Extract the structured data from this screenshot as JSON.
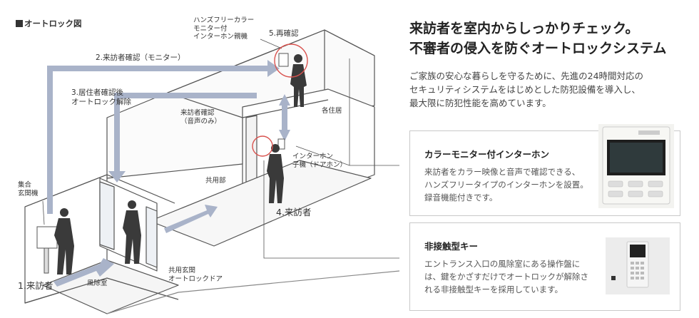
{
  "figure": {
    "title": "オートロック図",
    "labels": {
      "visitor_1": "1.来訪者",
      "step_2": "2.来訪者確認（モニター）",
      "step_3_line1": "3.居住者確認後",
      "step_3_line2": "オートロック解除",
      "visitor_4": "4.来訪者",
      "step_5": "5.再確認",
      "entrance_unit_line1": "集合",
      "entrance_unit_line2": "玄関機",
      "windbreak": "風除室",
      "common_entrance_line1": "共用玄関",
      "common_entrance_line2": "オートロックドア",
      "common_area": "共用部",
      "voice_check_line1": "来訪者確認",
      "voice_check_line2": "（音声のみ）",
      "door_unit_line1": "インターホン",
      "door_unit_line2": "子機（ドアホン）",
      "master_line1": "ハンズフリーカラー",
      "master_line2": "モニター付",
      "master_line3": "インターホン親機",
      "residence": "各住居"
    }
  },
  "headline": {
    "line1": "来訪者を室内からしっかりチェック。",
    "line2": "不審者の侵入を防ぐオートロックシステム"
  },
  "intro": {
    "line1": "ご家族の安心な暮らしを守るために、先進の24時間対応の",
    "line2": "セキュリティシステムをはじめとした防犯設備を導入し、",
    "line3": "最大限に防犯性能を高めています。"
  },
  "cards": [
    {
      "title": "カラーモニター付インターホン",
      "desc": [
        "来訪者をカラー映像と音声で確認できる、",
        "ハンズフリータイプのインターホンを設置。",
        "録音機能付きです。"
      ]
    },
    {
      "title": "非接触型キー",
      "desc": [
        "エントランス入口の風除室にある操作盤に",
        "は、鍵をかざすだけでオートロックが解除さ",
        "れる非接触型キーを採用しています。"
      ]
    }
  ],
  "colors": {
    "arrow": "#a9b3c9",
    "highlight_circle": "#d9534f",
    "line": "#555555",
    "wall_fill": "#ffffff",
    "ground_fill": "#f7f7f7"
  }
}
